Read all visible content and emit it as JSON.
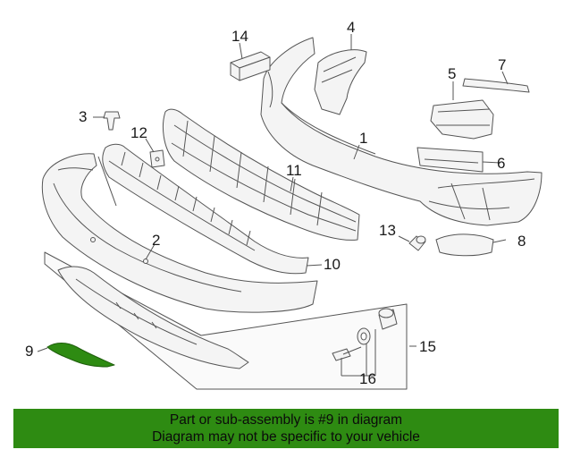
{
  "callouts": [
    "1",
    "2",
    "3",
    "4",
    "5",
    "6",
    "7",
    "8",
    "9",
    "10",
    "11",
    "12",
    "13",
    "14",
    "15",
    "16"
  ],
  "banner": {
    "line1": "Part or sub-assembly is #9 in diagram",
    "line2": "Diagram may not be specific to your vehicle"
  },
  "colors": {
    "highlight_part": "#2e8b12",
    "banner_background": "#2e8b12",
    "part_fill": "#f2f2f2",
    "line": "#555555"
  }
}
